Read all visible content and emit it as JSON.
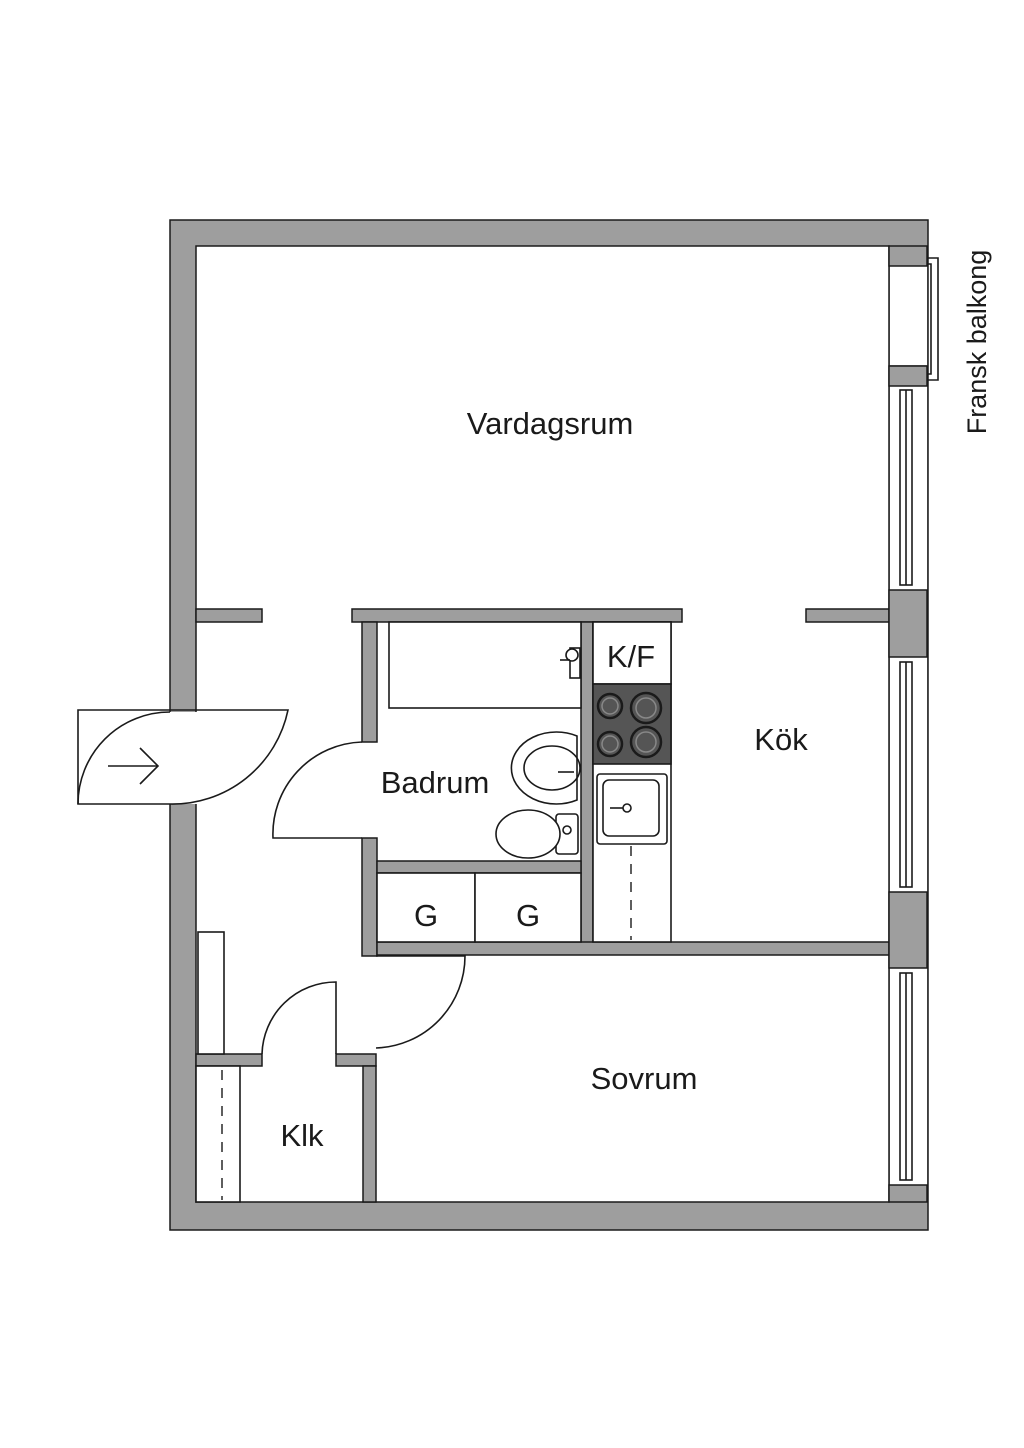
{
  "plan": {
    "wall_color": "#9e9e9e",
    "line_color": "#1a1a1a",
    "stove_color": "#555555",
    "rooms": {
      "vardagsrum": "Vardagsrum",
      "kok": "Kök",
      "badrum": "Badrum",
      "sovrum": "Sovrum",
      "klk": "Klk"
    },
    "fixtures": {
      "fridge": "K/F",
      "wardrobe_1": "G",
      "wardrobe_2": "G"
    },
    "annotations": {
      "balcony": "Fransk balkong"
    },
    "icons": {
      "entrance": "entrance-arrow-icon",
      "stove": "stove-icon",
      "sink": "sink-icon",
      "toilet": "toilet-icon",
      "washbasin": "washbasin-icon",
      "shower": "shower-icon"
    }
  }
}
